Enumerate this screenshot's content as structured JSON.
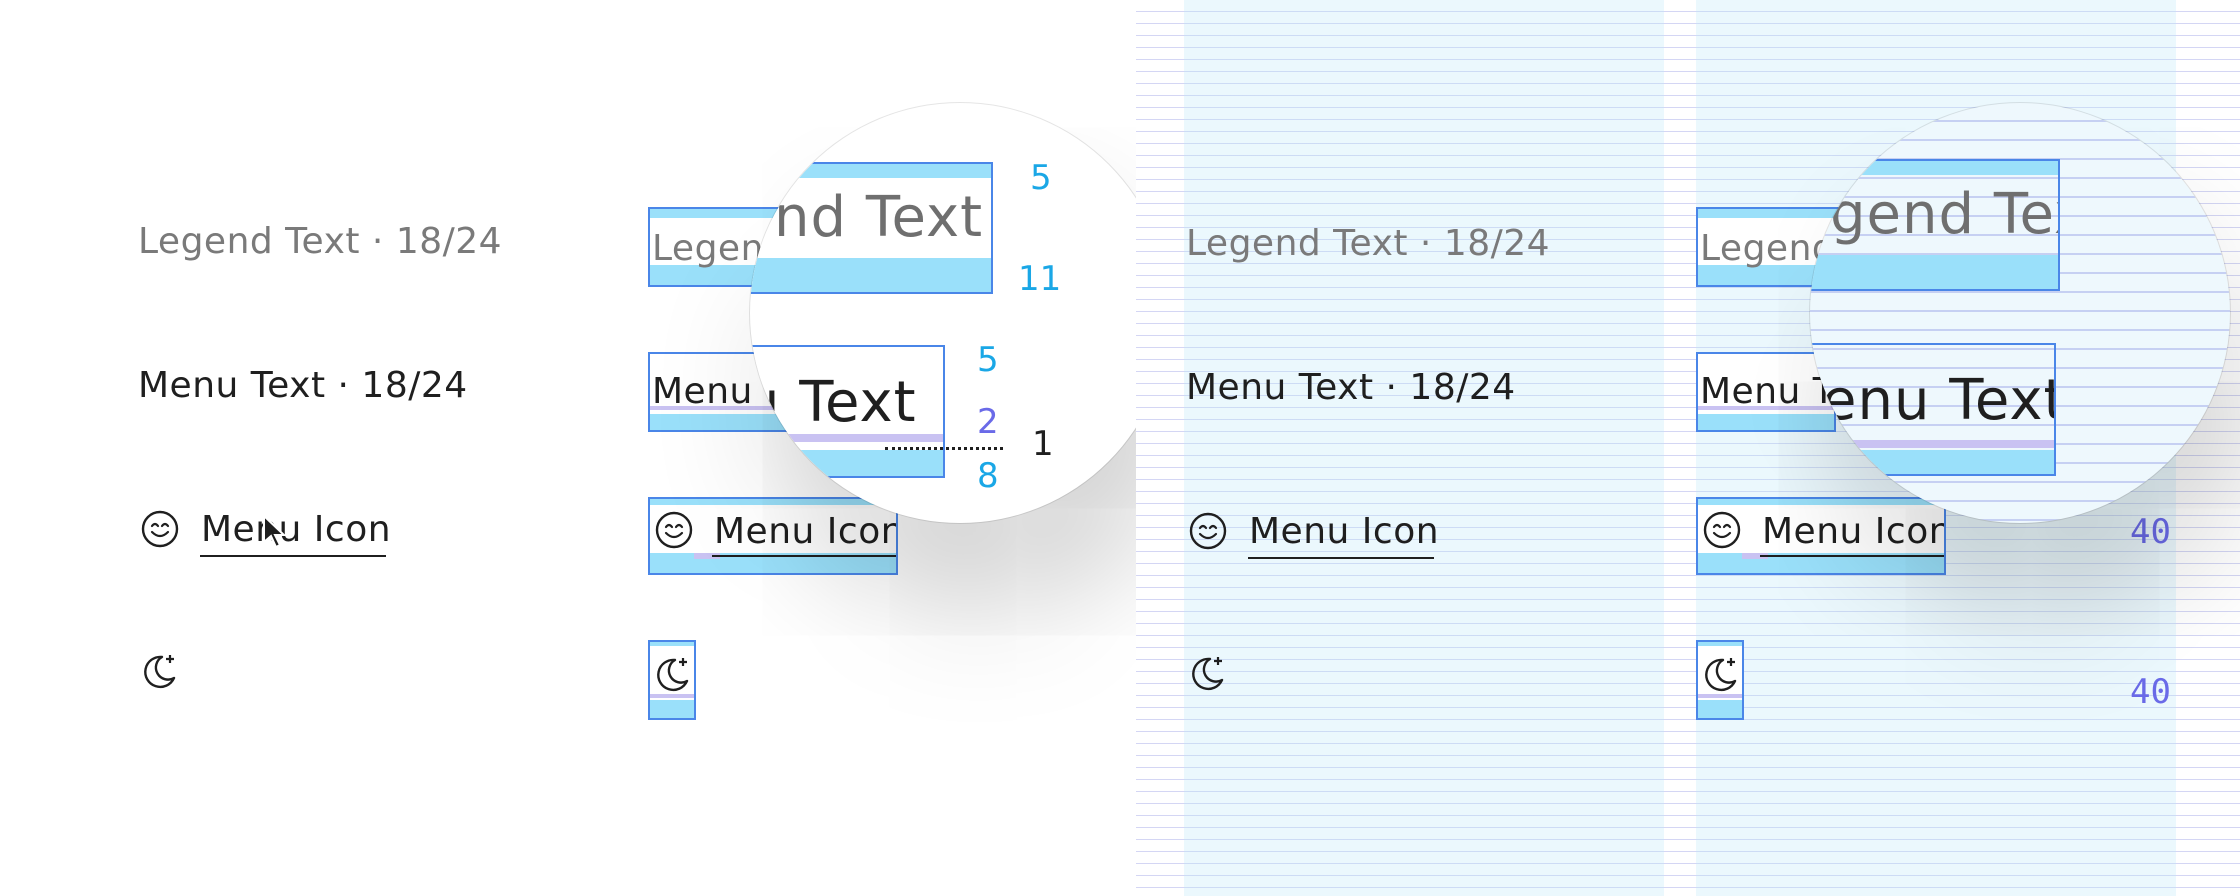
{
  "rows": {
    "legend_text": "Legend Text · 18/24",
    "menu_text": "Menu Text · 18/24",
    "menu_icon_label": "Menu Icon"
  },
  "redline": {
    "legend_clip": "Legend",
    "menu_clip": "Menu",
    "menu_icon_label": "Menu Icon"
  },
  "magnifier_1": {
    "legend_zoom": "nd Text",
    "menu_zoom": "u Text",
    "spec_legend_top": "5",
    "spec_legend_bottom": "11",
    "spec_menu_top": "5",
    "spec_menu_mid": "2",
    "spec_menu_bottom": "8",
    "spec_divider": "1"
  },
  "grid_view": {
    "legend_text": "Legend Text · 18/24",
    "menu_text": "Menu Text · 18/24",
    "menu_icon_label": "Menu Icon",
    "redline_legend_clip": "Legend",
    "redline_menu_clip": "Menu T",
    "redline_menu_icon_label": "Menu Icon",
    "height_menu_icon": "40",
    "height_moon_icon": "40"
  },
  "magnifier_2": {
    "legend_zoom": "gend Text",
    "menu_zoom": "enu Text"
  },
  "colors": {
    "spacing_cyan": "#1aa7e6",
    "spacing_violet": "#6a6ae8",
    "box_border": "#4a86e8",
    "band_cyan": "#9ae0fa",
    "band_violet": "#c9c2f2",
    "legend_gray": "#7a7a7a",
    "ink": "#1f1f1f"
  },
  "icons": [
    "smiley-icon",
    "moon-star-icon",
    "cursor-arrow-icon"
  ]
}
